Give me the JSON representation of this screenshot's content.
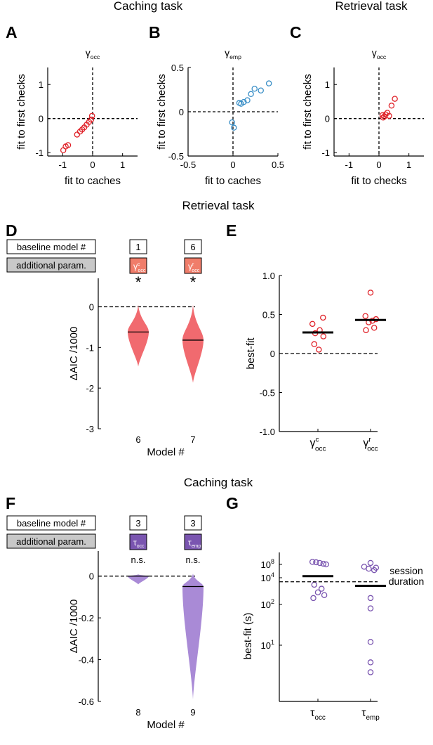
{
  "headings": {
    "caching_top": "Caching task",
    "retrieval_top": "Retrieval task",
    "retrieval_mid": "Retrieval task",
    "caching_bottom": "Caching task"
  },
  "panels": {
    "A": "A",
    "B": "B",
    "C": "C",
    "D": "D",
    "E": "E",
    "F": "F",
    "G": "G"
  },
  "colors": {
    "red": "#e0232a",
    "blue": "#3a8fc7",
    "salmon": "#f07d6a",
    "violin_red": "#f16a6f",
    "purple": "#7a55b0",
    "violin_purple": "#a98ad6",
    "box_gray": "#c8c8c8"
  },
  "chart_data": [
    {
      "id": "A",
      "type": "scatter",
      "title": "γ",
      "title_sub": "occ",
      "xlabel": "fit to caches",
      "ylabel": "fit to first checks",
      "xlim": [
        -1.5,
        1.5
      ],
      "ylim": [
        -1.1,
        1.5
      ],
      "xticks": [
        -1,
        0,
        1
      ],
      "yticks": [
        -1,
        0,
        1
      ],
      "xticklabels": [
        "-1",
        "0",
        "1"
      ],
      "yticklabels": [
        "-1",
        "0",
        "1"
      ],
      "color": "red",
      "x": [
        -0.98,
        -0.9,
        -0.82,
        -0.52,
        -0.42,
        -0.35,
        -0.28,
        -0.2,
        -0.12,
        -0.05,
        -0.02
      ],
      "y": [
        -0.93,
        -0.82,
        -0.78,
        -0.47,
        -0.38,
        -0.32,
        -0.26,
        -0.18,
        -0.1,
        -0.03,
        0.08
      ]
    },
    {
      "id": "B",
      "type": "scatter",
      "title": "γ",
      "title_sub": "emp",
      "xlabel": "fit to caches",
      "ylabel": "fit to first checks",
      "xlim": [
        -0.5,
        0.5
      ],
      "ylim": [
        -0.5,
        0.5
      ],
      "xticks": [
        -0.5,
        0,
        0.5
      ],
      "yticks": [
        -0.5,
        0,
        0.5
      ],
      "xticklabels": [
        "-0.5",
        "0",
        "0.5"
      ],
      "yticklabels": [
        "-0.5",
        "0",
        "0.5"
      ],
      "color": "blue",
      "x": [
        -0.01,
        0.01,
        0.07,
        0.09,
        0.12,
        0.16,
        0.2,
        0.24,
        0.31,
        0.4
      ],
      "y": [
        -0.12,
        -0.18,
        0.1,
        0.09,
        0.11,
        0.13,
        0.2,
        0.26,
        0.24,
        0.32
      ]
    },
    {
      "id": "C",
      "type": "scatter",
      "title": "γ",
      "title_sub": "occ",
      "xlabel": "fit to checks",
      "ylabel": "fit to first checks",
      "xlim": [
        -1.5,
        1.5
      ],
      "ylim": [
        -1.1,
        1.5
      ],
      "xticks": [
        -1,
        0,
        1
      ],
      "yticks": [
        -1,
        0,
        1
      ],
      "xticklabels": [
        "-1",
        "0",
        "1"
      ],
      "yticklabels": [
        "-1",
        "0",
        "1"
      ],
      "color": "red",
      "x": [
        0.12,
        0.14,
        0.18,
        0.22,
        0.28,
        0.34,
        0.42,
        0.53
      ],
      "y": [
        0.1,
        0.03,
        0.06,
        0.12,
        0.17,
        0.08,
        0.38,
        0.58
      ]
    },
    {
      "id": "D",
      "type": "violin",
      "xlabel": "Model #",
      "ylabel": "ΔAIC /1000",
      "ylim": [
        -3,
        0.7
      ],
      "yticks": [
        0,
        -1,
        -2,
        -3
      ],
      "yticklabels": [
        "0",
        "-1",
        "-2",
        "-3"
      ],
      "categories": [
        "6",
        "7"
      ],
      "means": [
        -0.62,
        -0.82
      ],
      "spread": [
        0.85,
        1.05
      ],
      "top": [
        0.05,
        0.05
      ],
      "significance": [
        "*",
        "*"
      ],
      "color": "violin_red",
      "table": {
        "row1_label": "baseline model #",
        "row2_label": "additional param.",
        "baseline": [
          "1",
          "6"
        ],
        "param": [
          {
            "main": "γ",
            "sup": "c",
            "sub": "occ"
          },
          {
            "main": "γ",
            "sup": "r",
            "sub": "occ"
          }
        ],
        "param_color": "salmon"
      }
    },
    {
      "id": "E",
      "type": "dot",
      "ylabel": "best-fit",
      "ylim": [
        -1.0,
        1.0
      ],
      "yticks": [
        1.0,
        0.5,
        0,
        -0.5,
        -1.0
      ],
      "yticklabels": [
        "1.0",
        "0.5",
        "0",
        "-0.5",
        "-1.0"
      ],
      "categories": [
        {
          "main": "γ",
          "sup": "c",
          "sub": "occ"
        },
        {
          "main": "γ",
          "sup": "r",
          "sub": "occ"
        }
      ],
      "color": "red",
      "groups": [
        {
          "values": [
            0.46,
            0.38,
            0.3,
            0.26,
            0.22,
            0.12,
            0.05
          ],
          "offsets": [
            0.28,
            -0.3,
            0.1,
            -0.15,
            0.3,
            -0.2,
            0.05
          ],
          "median": 0.27
        },
        {
          "values": [
            0.78,
            0.48,
            0.44,
            0.42,
            0.4,
            0.33,
            0.3
          ],
          "offsets": [
            0.0,
            -0.28,
            0.3,
            0.1,
            -0.1,
            0.2,
            -0.25
          ],
          "median": 0.43
        }
      ]
    },
    {
      "id": "F",
      "type": "violin",
      "xlabel": "Model #",
      "ylabel": "ΔAIC /1000",
      "ylim": [
        -0.6,
        0.12
      ],
      "yticks": [
        0,
        -0.2,
        -0.4,
        -0.6
      ],
      "yticklabels": [
        "0",
        "-0.2",
        "-0.4",
        "-0.6"
      ],
      "categories": [
        "8",
        "9"
      ],
      "means": [
        0.0,
        -0.05
      ],
      "spread": [
        0.04,
        0.54
      ],
      "top": [
        0.008,
        0.012
      ],
      "significance": [
        "n.s.",
        "n.s."
      ],
      "color": "violin_purple",
      "table": {
        "row1_label": "baseline model #",
        "row2_label": "additional param.",
        "baseline": [
          "3",
          "3"
        ],
        "param": [
          {
            "main": "τ",
            "sup": "",
            "sub": "occ"
          },
          {
            "main": "τ",
            "sup": "",
            "sub": "emp"
          }
        ],
        "param_color": "purple"
      }
    },
    {
      "id": "G",
      "type": "dot",
      "scale": "log",
      "ylabel": "best-fit (s)",
      "yticks": [
        8,
        4,
        2,
        1
      ],
      "yticklabels": [
        "8",
        "4",
        "2",
        "1"
      ],
      "ytick_base": "10",
      "reference": {
        "value": 5000,
        "label_line1": "session",
        "label_line2": "duration"
      },
      "categories": [
        {
          "main": "τ",
          "sup": "",
          "sub": "occ"
        },
        {
          "main": "τ",
          "sup": "",
          "sub": "emp"
        }
      ],
      "color": "purple",
      "groups": [
        {
          "values": [
            200000000,
            180000000,
            150000000,
            120000000,
            100000000,
            3000,
            1500,
            800,
            500,
            300
          ],
          "offsets": [
            -0.3,
            -0.1,
            0.1,
            0.3,
            0.45,
            -0.2,
            0.2,
            0.0,
            0.35,
            -0.25
          ],
          "median": 30000
        },
        {
          "values": [
            150000000,
            20000000,
            10000000,
            5000000,
            2000000,
            300,
            80,
            12,
            3,
            1.5
          ],
          "offsets": [
            0.0,
            -0.35,
            0.3,
            -0.1,
            0.2,
            0.0,
            0.0,
            0.0,
            0.0,
            0.0
          ],
          "median": 2500
        }
      ]
    }
  ]
}
